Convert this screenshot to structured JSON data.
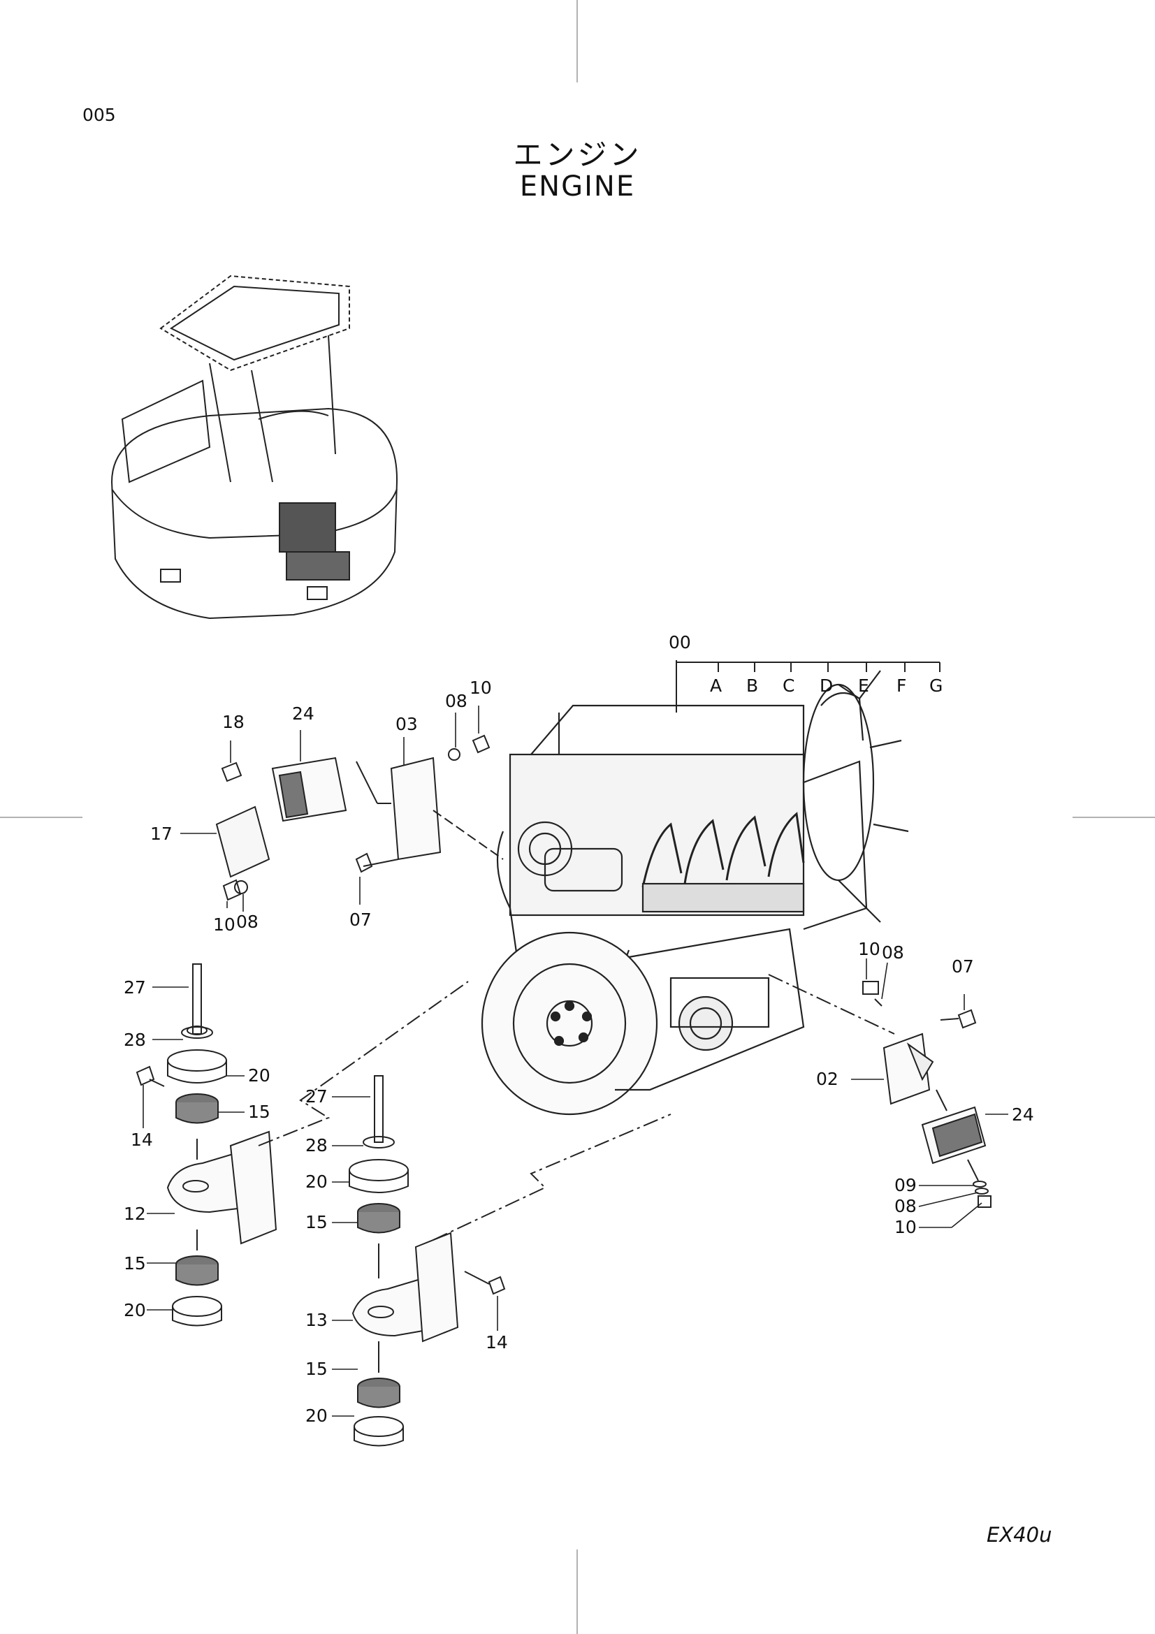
{
  "page": {
    "page_number": "005",
    "title_jp": "エンジン",
    "title_en": "ENGINE",
    "model": "EX40u"
  },
  "callouts": {
    "top": {
      "assy": "00",
      "variants": [
        "A",
        "B",
        "C",
        "D",
        "E",
        "F",
        "G"
      ]
    },
    "front_mount": {
      "c18": "18",
      "c24": "24",
      "c17": "17",
      "c10": "10",
      "c08": "08"
    },
    "bracket_03": {
      "c03": "03",
      "c08": "08",
      "c10": "10",
      "c07": "07"
    },
    "left_stack": {
      "c27": "27",
      "c28": "28",
      "c20a": "20",
      "c14": "14",
      "c15a": "15",
      "c12": "12",
      "c15b": "15",
      "c20b": "20"
    },
    "center_stack": {
      "c27": "27",
      "c28": "28",
      "c20a": "20",
      "c15a": "15",
      "c13": "13",
      "c14": "14",
      "c15b": "15",
      "c20b": "20"
    },
    "right_mount": {
      "c10": "10",
      "c08": "08",
      "c07": "07",
      "c02": "02",
      "c24": "24",
      "c09b": "09",
      "c08b": "08",
      "c10b": "10"
    }
  }
}
